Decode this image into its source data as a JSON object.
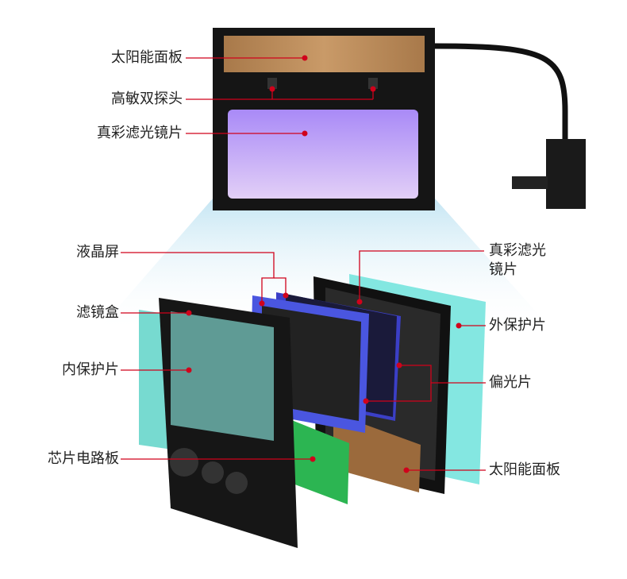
{
  "top_labels": {
    "solar_panel": "太阳能面板",
    "dual_sensor": "高敏双探头",
    "true_color_filter": "真彩滤光镜片"
  },
  "exploded_labels": {
    "lcd": "液晶屏",
    "filter_box": "滤镜盒",
    "inner_protective": "内保护片",
    "chip_board": "芯片电路板",
    "true_color_filter_line1": "真彩滤光",
    "true_color_filter_line2": "镜片",
    "outer_protective": "外保护片",
    "polarizer": "偏光片",
    "solar_panel": "太阳能面板"
  },
  "colors": {
    "leader": "#d0021b",
    "label": "#222222"
  }
}
